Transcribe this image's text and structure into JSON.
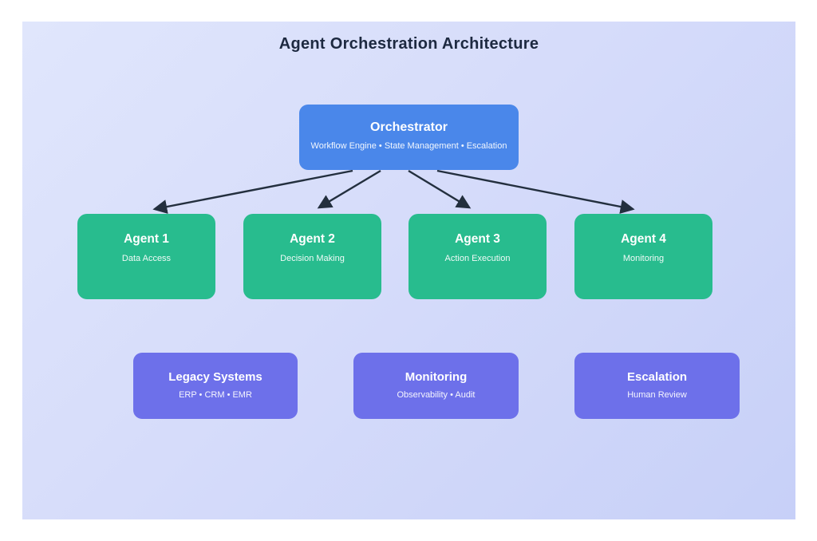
{
  "diagram": {
    "title": "Agent Orchestration Architecture",
    "orchestrator": {
      "label": "Orchestrator",
      "subtitle": "Workflow Engine • State Management • Escalation"
    },
    "agents": [
      {
        "label": "Agent 1",
        "subtitle": "Data Access"
      },
      {
        "label": "Agent 2",
        "subtitle": "Decision Making"
      },
      {
        "label": "Agent 3",
        "subtitle": "Action Execution"
      },
      {
        "label": "Agent 4",
        "subtitle": "Monitoring"
      }
    ],
    "support_systems": [
      {
        "label": "Legacy Systems",
        "subtitle": "ERP • CRM • EMR"
      },
      {
        "label": "Monitoring",
        "subtitle": "Observability • Audit"
      },
      {
        "label": "Escalation",
        "subtitle": "Human Review"
      }
    ],
    "edges": [
      {
        "from": "Orchestrator",
        "to": "Agent 1"
      },
      {
        "from": "Orchestrator",
        "to": "Agent 2"
      },
      {
        "from": "Orchestrator",
        "to": "Agent 3"
      },
      {
        "from": "Orchestrator",
        "to": "Agent 4"
      }
    ],
    "colors": {
      "orchestrator_fill": "#4a87ea",
      "agent_fill": "#28bc8e",
      "support_fill": "#6d70ea",
      "arrow": "#232f3e",
      "title_text": "#1d2940",
      "canvas_gradient_start": "#e0e6fc",
      "canvas_gradient_end": "#c7d0f8"
    }
  }
}
